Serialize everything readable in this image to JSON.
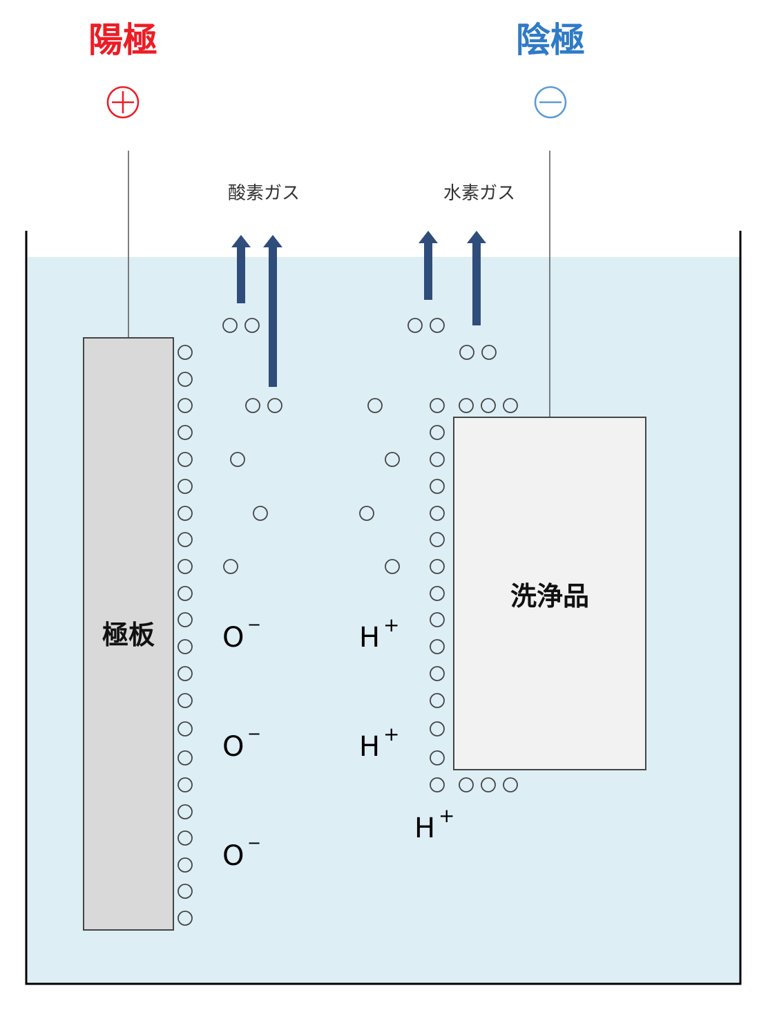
{
  "terminals": {
    "anode": {
      "label": "陽極",
      "symbol": "⊕",
      "color": "#ee1c25"
    },
    "cathode": {
      "label": "陰極",
      "symbol": "⊖",
      "color": "#2f7bc6"
    }
  },
  "gases": {
    "oxygen": "酸素ガス",
    "hydrogen": "水素ガス"
  },
  "electrode_plate": {
    "label": "極板",
    "color": "#d9d9d9"
  },
  "workpiece": {
    "label": "洗浄品",
    "color": "#f2f2f2"
  },
  "electrolyte": {
    "color": "#ddeef5"
  },
  "arrow_color": "#2e4d7b",
  "ions": {
    "oxygen": [
      {
        "symbol": "O",
        "charge": "−"
      },
      {
        "symbol": "O",
        "charge": "−"
      },
      {
        "symbol": "O",
        "charge": "−"
      }
    ],
    "hydrogen": [
      {
        "symbol": "H",
        "charge": "+"
      },
      {
        "symbol": "H",
        "charge": "+"
      },
      {
        "symbol": "H",
        "charge": "+"
      }
    ]
  }
}
